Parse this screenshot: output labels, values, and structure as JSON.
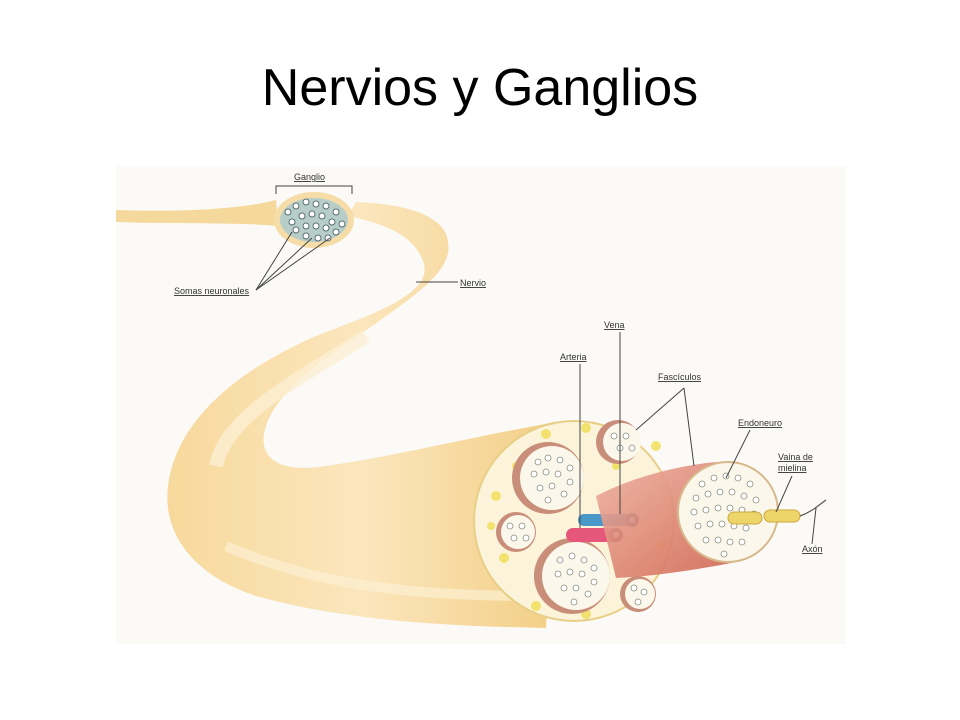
{
  "slide": {
    "title": "Nervios y Ganglios"
  },
  "diagram": {
    "labels": {
      "ganglio": "Ganglio",
      "somas_neuronales": "Somas neuronales",
      "nervio": "Nervio",
      "vena": "Vena",
      "arteria": "Arteria",
      "fasciculos": "Fascículos",
      "endoneuro": "Endoneuro",
      "vaina_de_mielina_line1": "Vaina de",
      "vaina_de_mielina_line2": "mielina",
      "axon": "Axón"
    },
    "colors": {
      "nerve": "#f6d595",
      "nerve_highlight": "#fbe9c2",
      "ganglion": "#9cc7d6",
      "artery": "#e5567a",
      "vein": "#4a97c9",
      "perineurium": "#c88e7a",
      "epineurium_fat": "#f1df5a",
      "myelin": "#eed56a"
    }
  }
}
